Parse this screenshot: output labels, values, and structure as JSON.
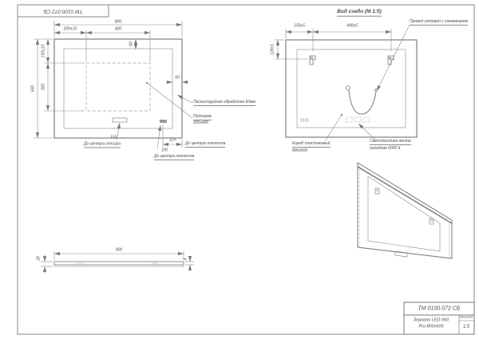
{
  "sheet": {
    "corner_code": "ТМ 0100.072 СБ"
  },
  "front_view": {
    "dim_800": "800",
    "dim_200": "200±10",
    "dim_400": "400",
    "dim_60_top": "60",
    "dim_150": "150±10",
    "dim_600": "600",
    "dim_300": "300",
    "dim_60_right": "60",
    "dim_110": "110",
    "dim_100": "100",
    "dim_115": "115",
    "label_sandblast": "Пескоструйная обработка 60мм",
    "label_heat_1": "Подогрев",
    "label_heat_2": "300х400",
    "label_sensor": "До центра сенсора",
    "label_logo_bottom": "До центра логотипа",
    "label_logo_right": "До центра логотипа"
  },
  "back_view": {
    "title": "Вид сзади (М 1:5)",
    "dim_155": "155±5",
    "dim_490": "490±5",
    "dim_120": "120±5",
    "label_cord": "Провод сетевой с клеммником",
    "label_box_1": "Короб пластиковый",
    "label_box_2": "800х600",
    "label_led_1": "Светодиодная лента",
    "label_led_2": "холодная 6000 К"
  },
  "side_view": {
    "dim_800": "800",
    "dim_28": "28",
    "dim_4": "4"
  },
  "title_block": {
    "code": "ТМ 0100.072 СБ",
    "name_1": "Зеркало LED 060",
    "name_2": "Pro 800х600",
    "scale_label": "Масштаб",
    "scale_value": "1:5"
  }
}
